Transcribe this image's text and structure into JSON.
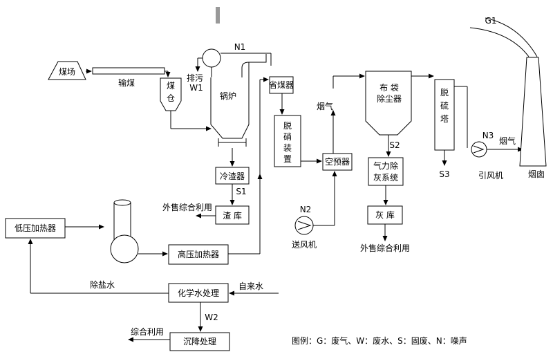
{
  "labels": {
    "coal_yard": "煤场",
    "coal_transport": "输煤",
    "coal_bin": "煤仓",
    "discharge": "排污",
    "w1": "W1",
    "n1": "N1",
    "boiler": "锅炉",
    "economizer": "省煤器",
    "slag_cooler": "冷渣器",
    "s1": "S1",
    "sold_reuse_1": "外售综合利用",
    "slag_bin": "渣 库",
    "denitration": "脱硝装置",
    "flue_gas_1": "烟气",
    "air_preheater": "空预器",
    "bag_filter_line1": "布 袋",
    "bag_filter_line2": "除尘器",
    "s2": "S2",
    "pneumatic_ash_line1": "气力除",
    "pneumatic_ash_line2": "灰系统",
    "ash_bin": "灰 库",
    "sold_reuse_2": "外售综合利用",
    "desulfurization": "脱硫塔",
    "s3": "S3",
    "n3": "N3",
    "flue_gas_2": "烟气",
    "induced_fan": "引风机",
    "chimney": "烟囱",
    "g1": "G1",
    "n2": "N2",
    "forced_fan": "送风机",
    "lp_heater": "低压加热器",
    "hp_heater": "高压加热器",
    "desalted_water": "除盐水",
    "chem_water": "化学水处理",
    "tap_water": "自来水",
    "w2": "W2",
    "reuse": "综合利用",
    "sedimentation": "沉降处理",
    "legend": "图例：G：废气、W：废水、S：固废、N：噪声"
  }
}
